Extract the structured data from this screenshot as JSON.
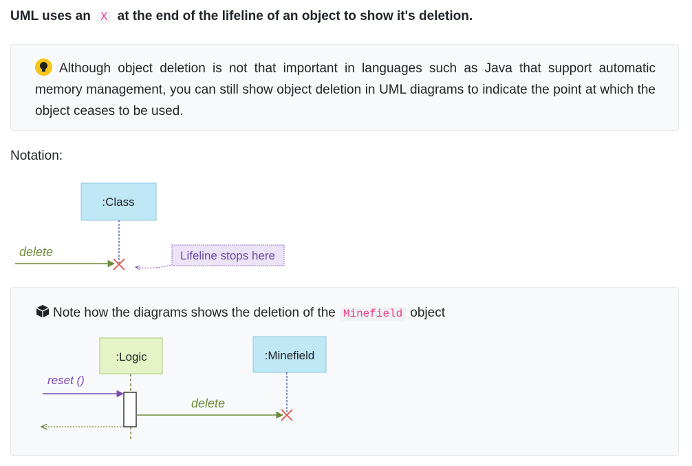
{
  "heading": {
    "before": "UML uses an",
    "code": "X",
    "after": "at the end of the lifeline of an object to show it's deletion."
  },
  "tip": {
    "icon": "lightbulb-icon",
    "text": "Although object deletion is not that important in languages such as Java that support automatic memory management, you can still show object deletion in UML diagrams to indicate the point at which the object ceases to be used."
  },
  "notation": {
    "label": "Notation:"
  },
  "diagram1": {
    "class_box": ":Class",
    "message": "delete",
    "callout": "Lifeline stops here"
  },
  "note": {
    "icon": "package-icon",
    "before": "Note how the diagrams shows the deletion of the",
    "code": "Minefield",
    "after": "object"
  },
  "diagram2": {
    "logic_box": ":Logic",
    "minefield_box": ":Minefield",
    "reset_message": "reset ()",
    "delete_message": "delete"
  },
  "colors": {
    "class_box_fill": "#bfe7f6",
    "logic_box_fill": "#e4f4c6",
    "message_green": "#6e8c3a",
    "message_purple": "#7a4ab3",
    "delete_x": "#e0554a",
    "code_pink": "#e83e8c"
  }
}
